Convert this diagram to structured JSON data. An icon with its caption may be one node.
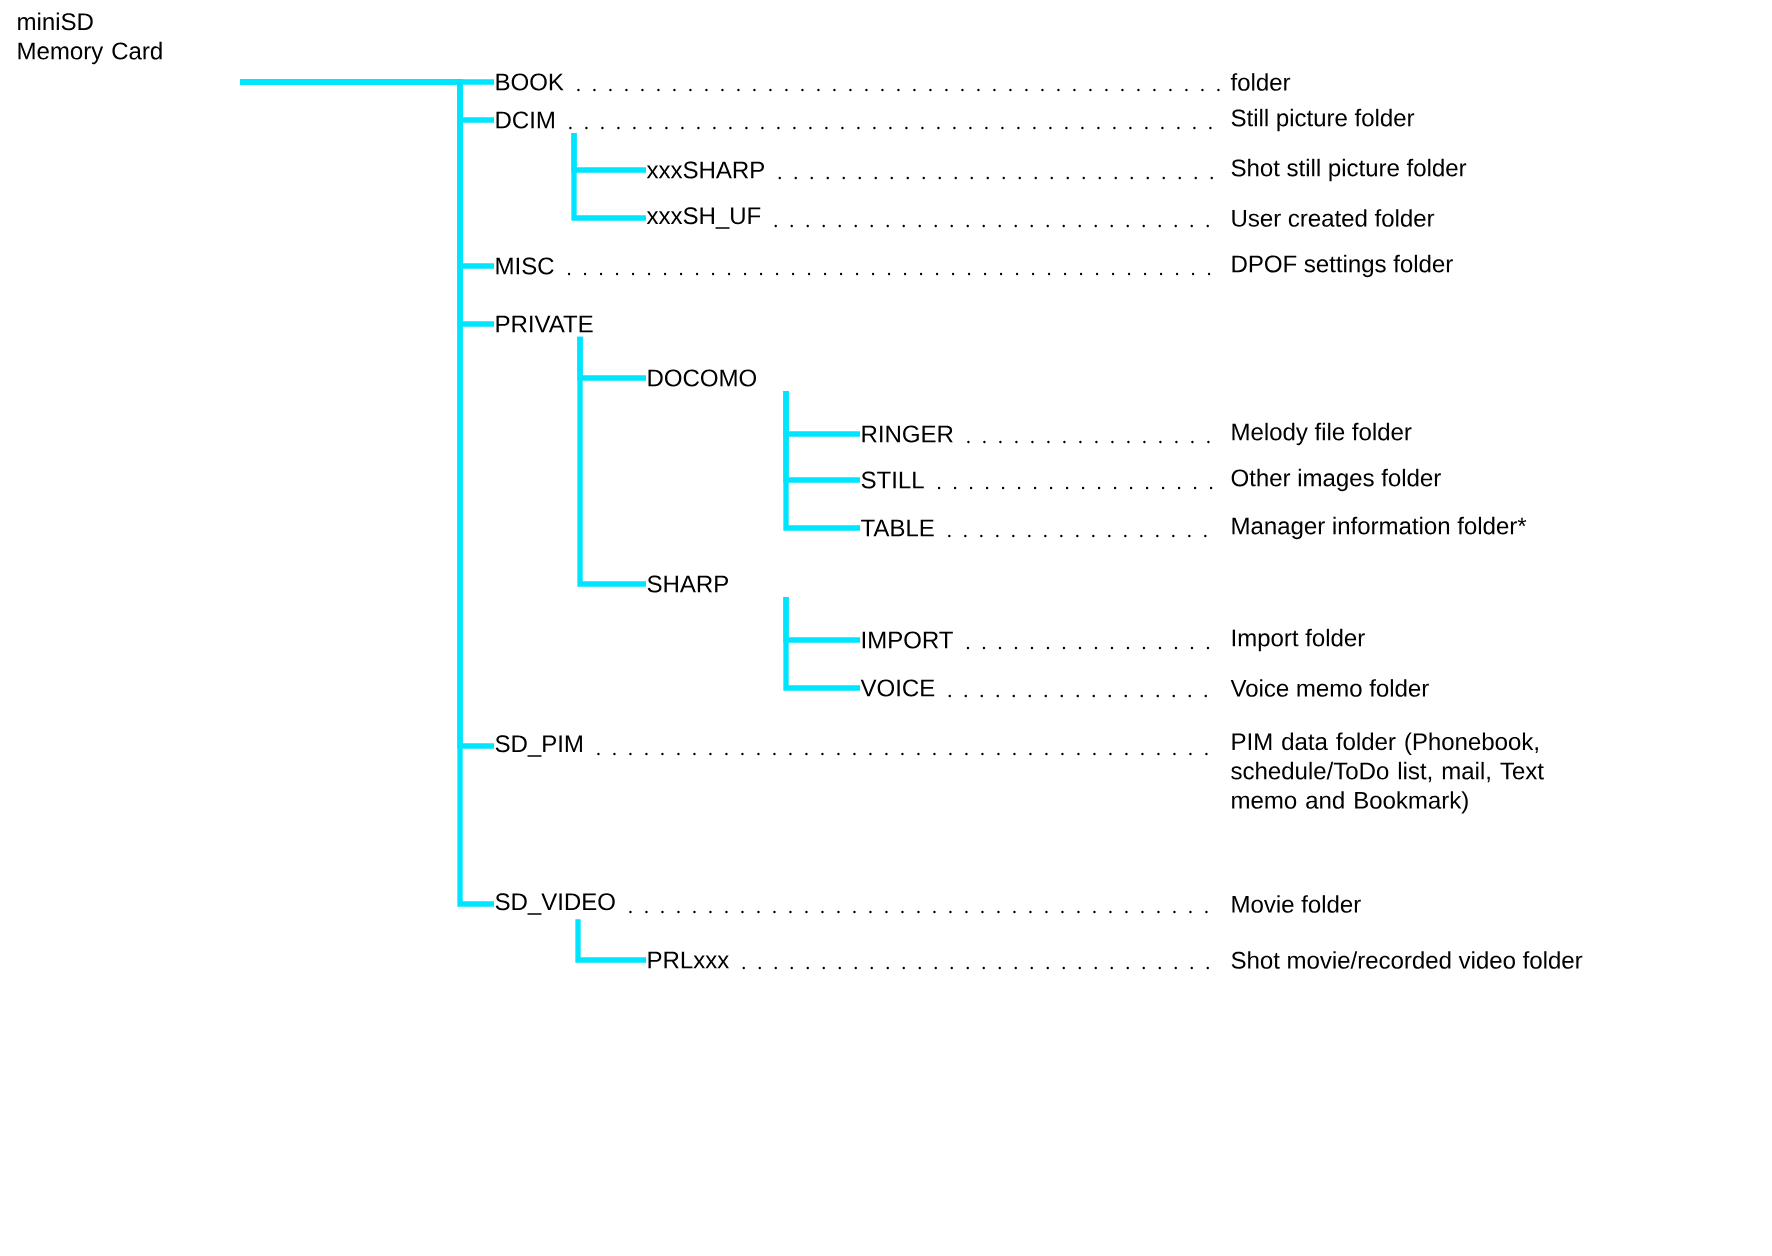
{
  "diagram": {
    "nodes": [
      {
        "text": [
          "miniSD Memory Card"
        ]
      },
      {
        "text": [
          "BOOK"
        ],
        "beside": [
          "folder"
        ]
      },
      {
        "text": [
          "DCIM"
        ],
        "beside": [
          "Still picture folder"
        ]
      },
      {
        "text": [
          "xxxSHARP"
        ],
        "beside": [
          "Shot still picture folder"
        ]
      },
      {
        "text": [
          "xxxSH_UF"
        ],
        "beside": [
          "User created folder"
        ]
      },
      {
        "text": [
          "MISC"
        ],
        "beside": [
          "DPOF settings folder"
        ]
      },
      {
        "text": [
          "PRIVATE"
        ]
      },
      {
        "text": [
          "DOCOMO"
        ]
      },
      {
        "text": [
          "RINGER"
        ],
        "beside": [
          "Melody file folder"
        ]
      },
      {
        "text": [
          "STILL"
        ],
        "beside": [
          "Other images folder"
        ]
      },
      {
        "text": [
          "TABLE"
        ],
        "beside": [
          "Manager information folder*"
        ]
      },
      {
        "text": [
          "SHARP"
        ]
      },
      {
        "text": [
          "IMPORT"
        ],
        "beside": [
          "Import folder"
        ]
      },
      {
        "text": [
          "VOICE"
        ],
        "beside": [
          "Voice memo folder"
        ]
      },
      {
        "text": [
          "SD_PIM"
        ],
        "beside": [
          "PIM data folder (Phonebook, schedule/ToDo list, mail, Text memo and Bookmark)"
        ]
      },
      {
        "text": [
          "SD_VIDEO"
        ],
        "beside": [
          "Movie folder"
        ]
      },
      {
        "text": [
          "PRLxxx"
        ],
        "beside": [
          "Shot movie/recorded video folder"
        ]
      }
    ],
    "edges": [
      {
        "from": 0,
        "to": 1,
        "arrow": "none"
      },
      {
        "from": 0,
        "to": 2,
        "arrow": "none"
      },
      {
        "from": 2,
        "to": 3,
        "arrow": "none"
      },
      {
        "from": 2,
        "to": 4,
        "arrow": "none"
      },
      {
        "from": 0,
        "to": 5,
        "arrow": "none"
      },
      {
        "from": 0,
        "to": 6,
        "arrow": "none"
      },
      {
        "from": 6,
        "to": 7,
        "arrow": "none"
      },
      {
        "from": 7,
        "to": 8,
        "arrow": "none"
      },
      {
        "from": 7,
        "to": 9,
        "arrow": "none"
      },
      {
        "from": 7,
        "to": 10,
        "arrow": "none"
      },
      {
        "from": 6,
        "to": 11,
        "arrow": "none"
      },
      {
        "from": 11,
        "to": 12,
        "arrow": "none"
      },
      {
        "from": 11,
        "to": 13,
        "arrow": "none"
      },
      {
        "from": 0,
        "to": 14,
        "arrow": "none"
      },
      {
        "from": 0,
        "to": 15,
        "arrow": "none"
      },
      {
        "from": 15,
        "to": 16,
        "arrow": "none"
      }
    ]
  }
}
